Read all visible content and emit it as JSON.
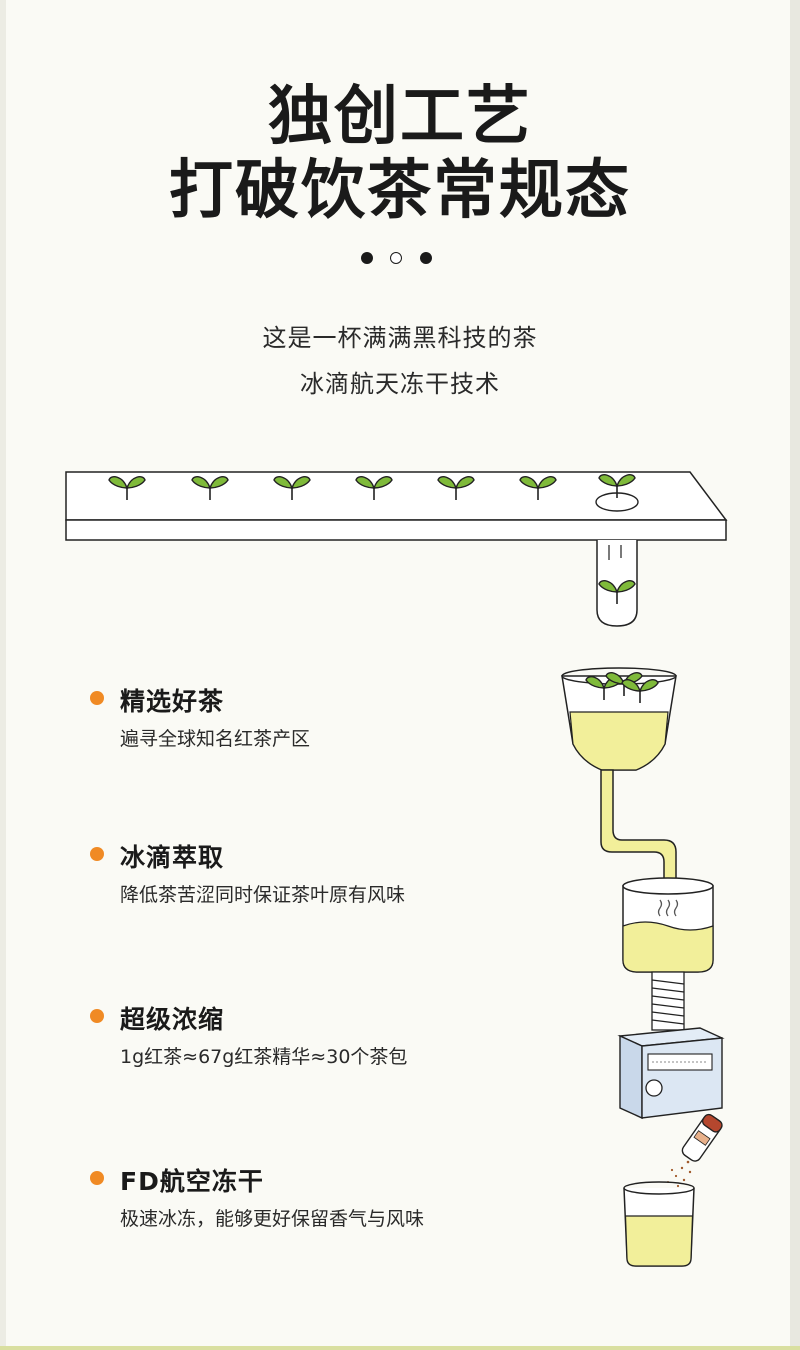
{
  "header": {
    "title_line1": "独创工艺",
    "title_line2": "打破饮茶常规态"
  },
  "pagination": {
    "count": 3,
    "active": [
      0,
      2
    ]
  },
  "intro": {
    "line1": "这是一杯满满黑科技的茶",
    "line2": "冰滴航天冻干技术"
  },
  "features": [
    {
      "title": "精选好茶",
      "desc": "遍寻全球知名红茶产区"
    },
    {
      "title": "冰滴萃取",
      "desc": "降低茶苦涩同时保证茶叶原有风味"
    },
    {
      "title": "超级浓缩",
      "desc": "1g红茶≈67g红茶精华≈30个茶包"
    },
    {
      "title": "FD航空冻干",
      "desc": "极速冰冻，能够更好保留香气与风味"
    }
  ],
  "colors": {
    "accent": "#f08a24",
    "sprout_green": "#7fba3a",
    "tea_yellow": "#f2ef9a",
    "text": "#1a1a1a"
  },
  "illustrations": [
    "sprout-tray-icon",
    "seedling-test-tube-icon",
    "funnel-icon",
    "drip-pipe-icon",
    "extraction-beaker-icon",
    "spring-coil-icon",
    "freeze-dryer-box-icon",
    "powder-vial-icon",
    "tea-glass-icon"
  ]
}
